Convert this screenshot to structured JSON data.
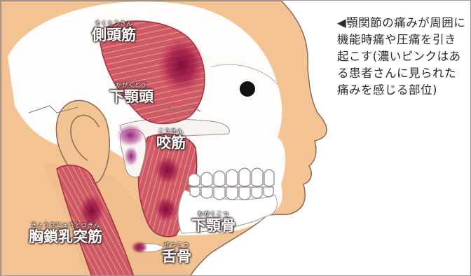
{
  "caption": "◀顎関節の痛みが周囲に機能時痛や圧痛を引き起こす(濃いピンクはある患者さんに見られた痛みを感じる部位)",
  "labels": {
    "temporalis": {
      "ruby": "そくとうきん",
      "text": "側頭筋"
    },
    "condyle": {
      "ruby": "かがくとう",
      "text": "下顎頭"
    },
    "masseter": {
      "ruby": "こうきん",
      "text": "咬筋"
    },
    "mandible": {
      "ruby": "かがくこつ",
      "text": "下顎骨"
    },
    "scm": {
      "ruby": "きょうさにゅうとつきん",
      "text": "胸鎖乳突筋"
    },
    "hyoid": {
      "ruby": "ぜつこつ",
      "text": "舌骨"
    }
  },
  "colors": {
    "skin": "#f3c394",
    "skin_outline": "#8a6a55",
    "muscle": "#c9505a",
    "pain": "#8e1040",
    "bone": "#ffffff",
    "caption_text": "#2b2b2b"
  }
}
